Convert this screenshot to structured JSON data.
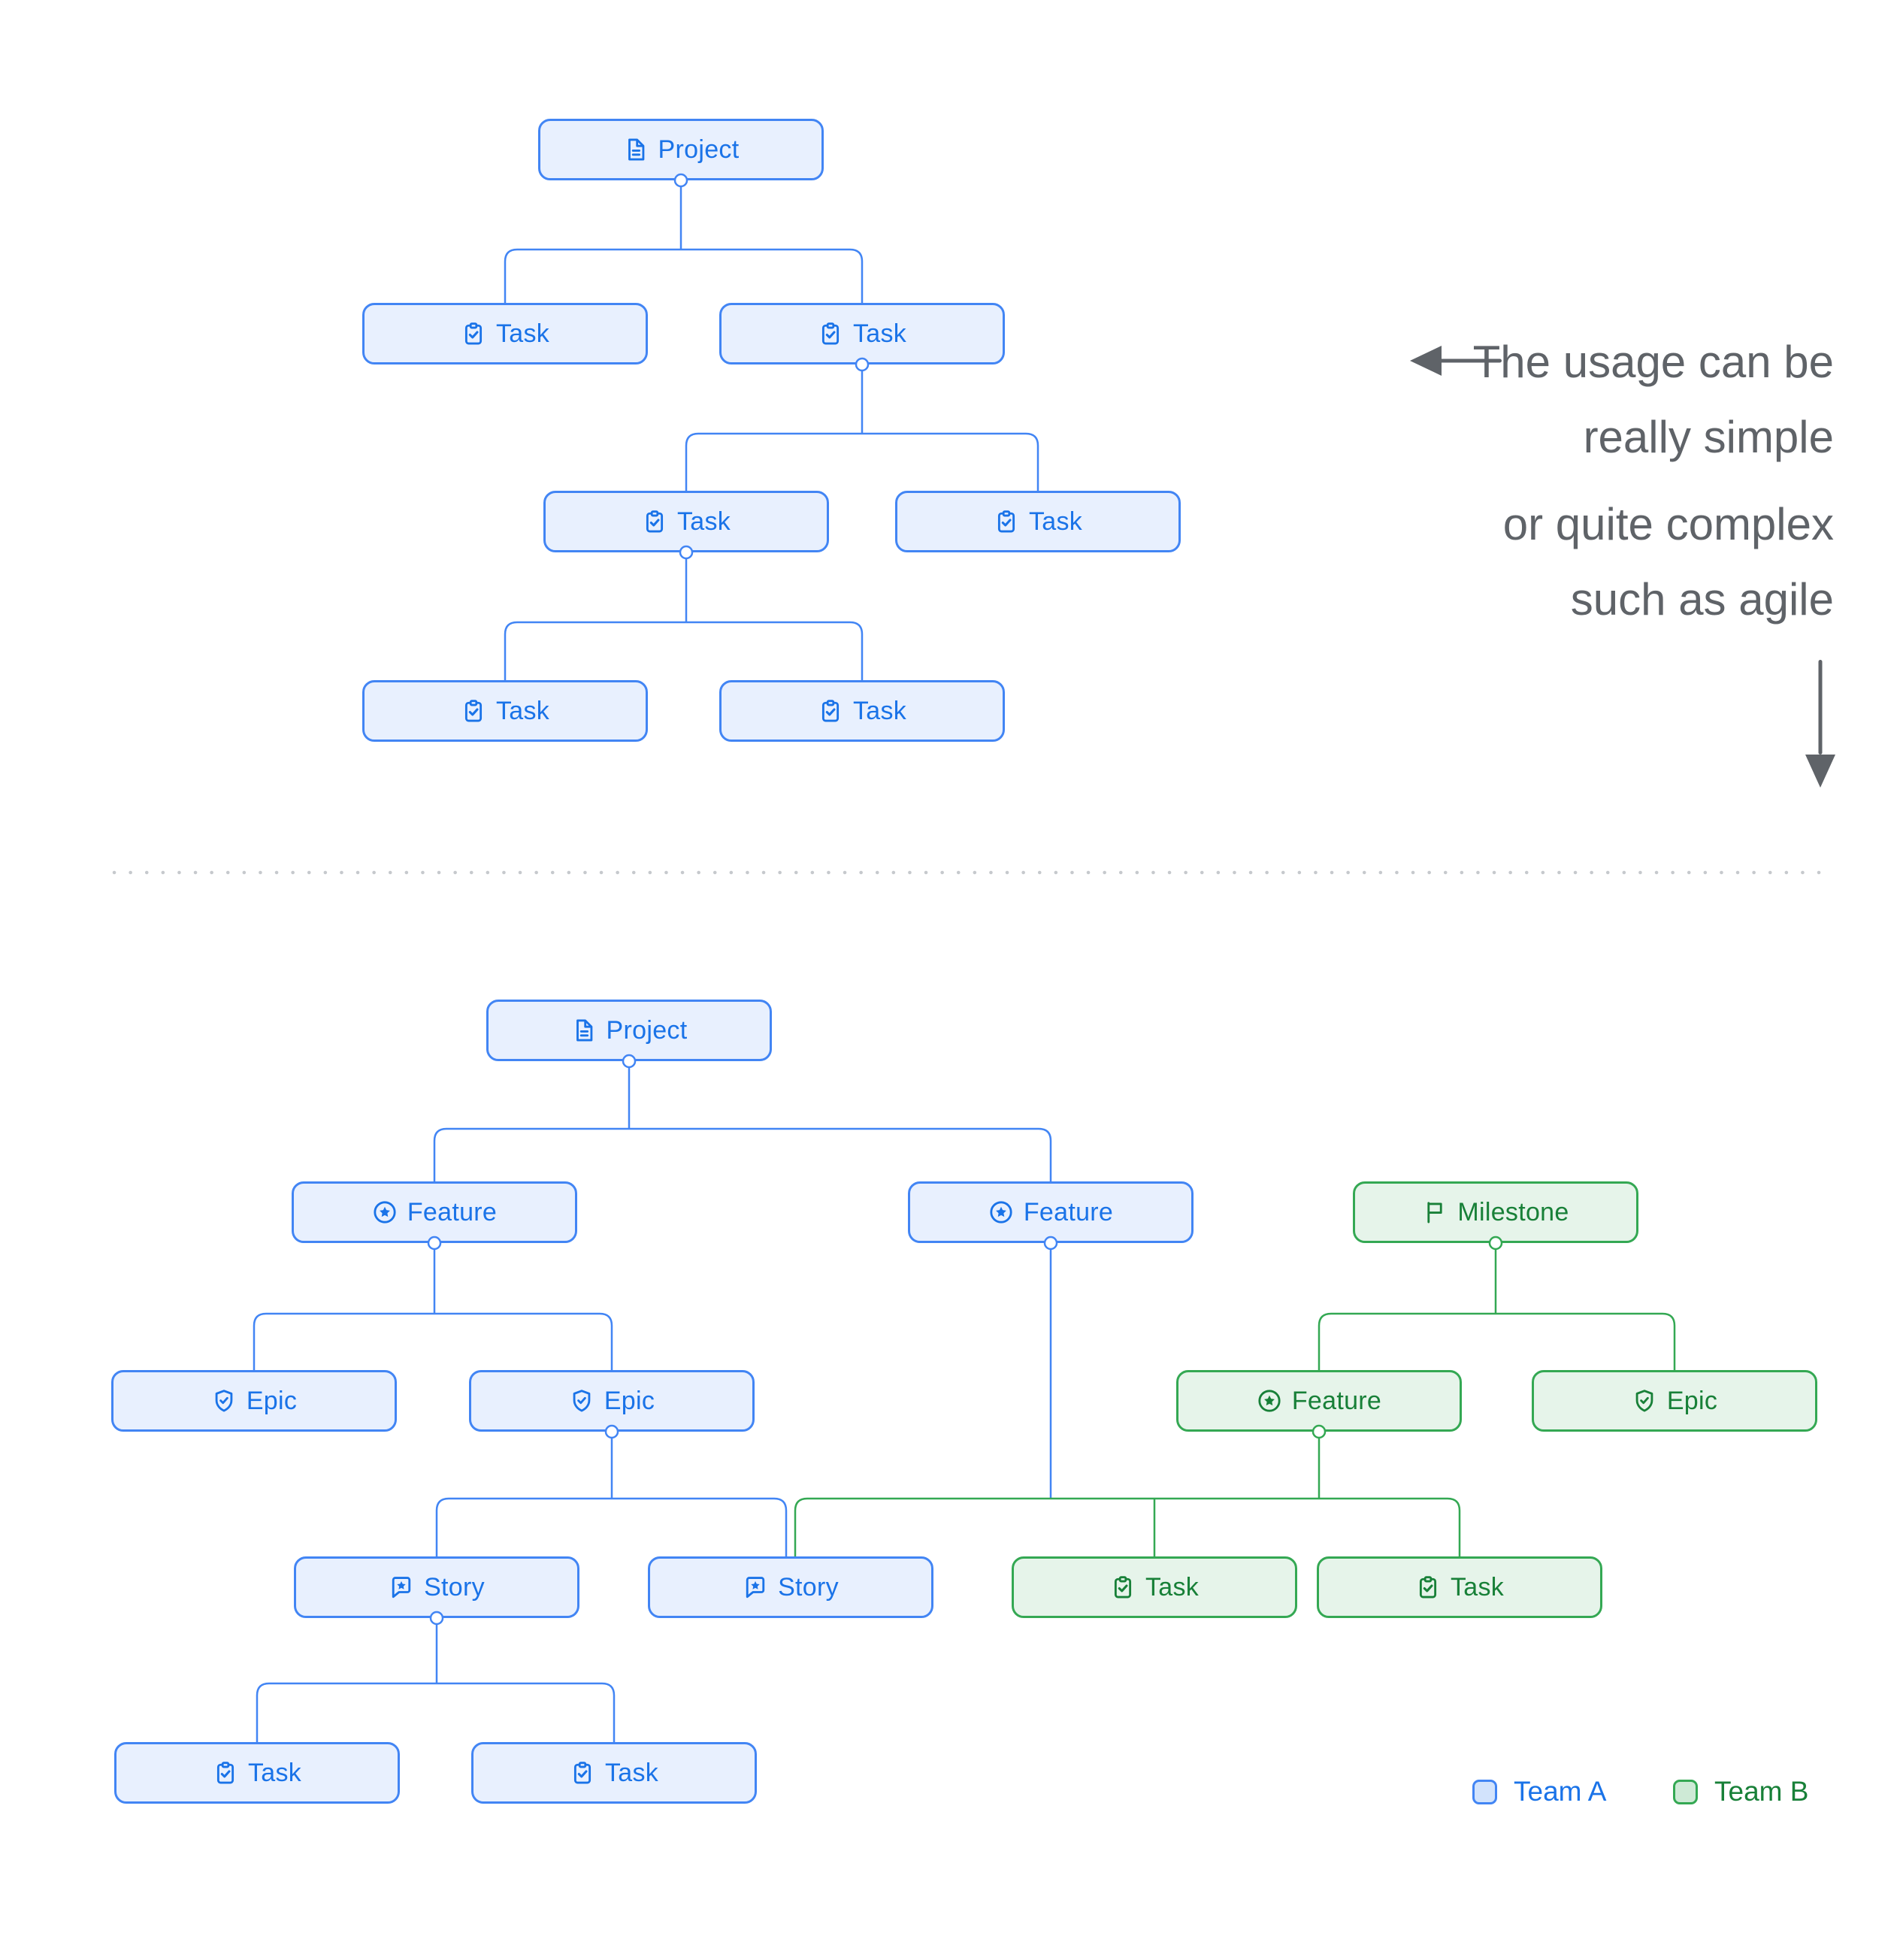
{
  "annotation": {
    "note_simple": [
      "The usage can be",
      "really simple"
    ],
    "note_complex": [
      "or quite complex",
      "such as agile"
    ]
  },
  "legend": {
    "team_a_label": "Team A",
    "team_b_label": "Team B"
  },
  "colors": {
    "team_a_border": "#4285F4",
    "team_a_text": "#1A73E8",
    "team_a_fill": "#E8F0FE",
    "team_b_border": "#34A853",
    "team_b_text": "#188038",
    "team_b_fill": "#E6F4EA",
    "annotation_text": "#5F6368",
    "divider_dots": "#C6C9CD"
  },
  "icons": {
    "project": "document-icon",
    "task": "clipboard-check-icon",
    "feature": "circled-star-icon",
    "epic": "shield-check-icon",
    "story": "speech-bubble-star-icon",
    "milestone": "flag-icon"
  },
  "diagram_simple": {
    "nodes": [
      {
        "label": "Project",
        "type": "project",
        "team": "A"
      },
      {
        "label": "Task",
        "type": "task",
        "team": "A"
      },
      {
        "label": "Task",
        "type": "task",
        "team": "A"
      },
      {
        "label": "Task",
        "type": "task",
        "team": "A"
      },
      {
        "label": "Task",
        "type": "task",
        "team": "A"
      },
      {
        "label": "Task",
        "type": "task",
        "team": "A"
      },
      {
        "label": "Task",
        "type": "task",
        "team": "A"
      }
    ]
  },
  "diagram_agile": {
    "nodes": [
      {
        "label": "Project",
        "type": "project",
        "team": "A"
      },
      {
        "label": "Feature",
        "type": "feature",
        "team": "A"
      },
      {
        "label": "Feature",
        "type": "feature",
        "team": "A"
      },
      {
        "label": "Milestone",
        "type": "milestone",
        "team": "B"
      },
      {
        "label": "Epic",
        "type": "epic",
        "team": "A"
      },
      {
        "label": "Epic",
        "type": "epic",
        "team": "A"
      },
      {
        "label": "Feature",
        "type": "feature",
        "team": "B"
      },
      {
        "label": "Epic",
        "type": "epic",
        "team": "B"
      },
      {
        "label": "Story",
        "type": "story",
        "team": "A"
      },
      {
        "label": "Story",
        "type": "story",
        "team": "A"
      },
      {
        "label": "Task",
        "type": "task",
        "team": "B"
      },
      {
        "label": "Task",
        "type": "task",
        "team": "B"
      },
      {
        "label": "Task",
        "type": "task",
        "team": "A"
      },
      {
        "label": "Task",
        "type": "task",
        "team": "A"
      }
    ]
  }
}
